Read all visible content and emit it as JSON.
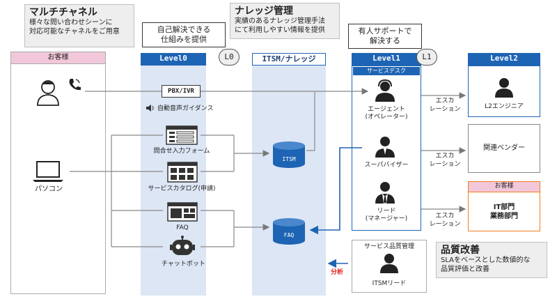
{
  "callouts": {
    "multichannel": {
      "title": "マルチチャネル",
      "line1": "様々な問い合わせシーンに",
      "line2": "対応可能なチャネルをご用意"
    },
    "self_solve": {
      "line1": "自己解決できる",
      "line2": "仕組みを提供"
    },
    "knowledge": {
      "title": "ナレッジ管理",
      "line1": "実績のあるナレッジ管理手法",
      "line2": "にて利用しやすい情報を提供"
    },
    "human_support": {
      "line1": "有人サポートで",
      "line2": "解決する"
    },
    "quality": {
      "title": "品質改善",
      "line1": "SLAをベースとした数値的な",
      "line2": "品質評価と改善"
    }
  },
  "customer": {
    "header": "お客様",
    "pc_label": "パソコン"
  },
  "level0": {
    "header": "Level0",
    "badge": "L0"
  },
  "itsm_col": {
    "header": "ITSM/ナレッジ"
  },
  "level1": {
    "header": "Level1",
    "badge": "L1",
    "service_desk": "サービスデスク"
  },
  "level2": {
    "header": "Level2"
  },
  "channels": {
    "pbx": "PBX/IVR",
    "ivr_guide": "自動音声ガイダンス",
    "form": "問合せ入力フォーム",
    "catalog": "サービスカタログ(申請)",
    "faq": "FAQ",
    "chatbot": "チャットボット"
  },
  "databases": {
    "itsm": "ITSM",
    "faq": "FAQ"
  },
  "staff": {
    "agent_l1": "エージェント",
    "agent_l2": "(オペレーター)",
    "supervisor": "スーパバイザー",
    "lead_l1": "リード",
    "lead_l2": "(マネージャー)"
  },
  "escalation": {
    "l1": "エスカ",
    "l2": "レーション"
  },
  "targets": {
    "l2_engineer": "L2エンジニア",
    "vendor": "関連ベンダー",
    "customer_header": "お客様",
    "it_dept": "IT部門",
    "business_dept": "業務部門"
  },
  "quality_box": {
    "header": "サービス品質管理",
    "role": "ITSMリード"
  },
  "analysis": "分析",
  "colors": {
    "blue": "#1e64b4",
    "light_blue": "#dce6f4",
    "pink": "#f2c7d9",
    "orange": "#f07d1e",
    "red": "#e02020"
  }
}
